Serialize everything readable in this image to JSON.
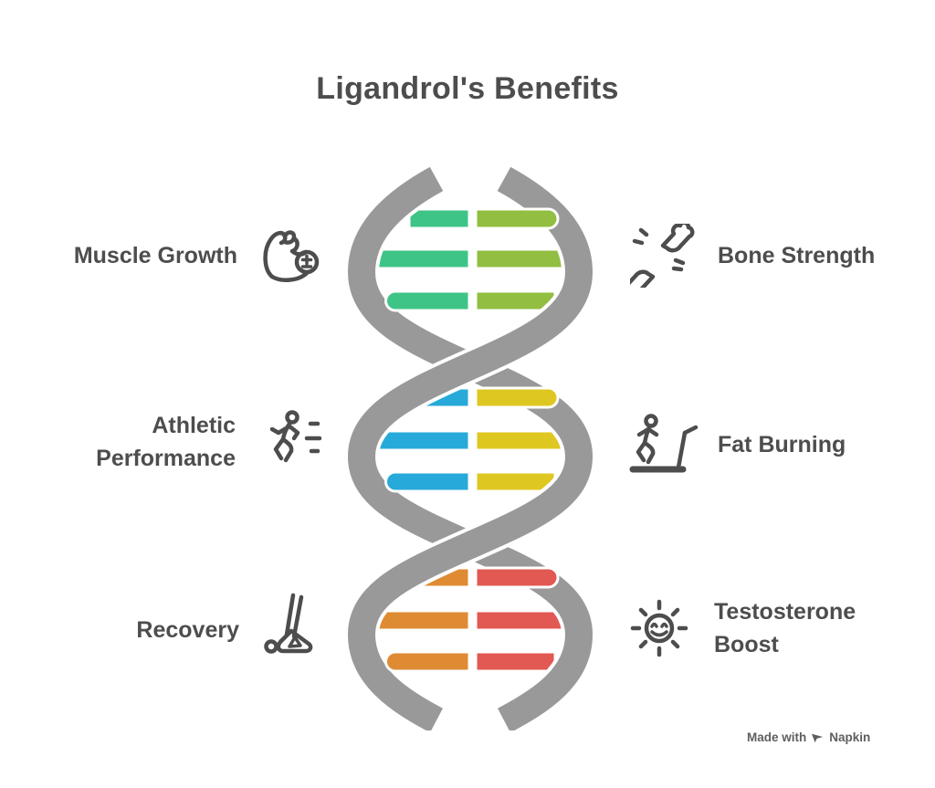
{
  "title": "Ligandrol's Benefits",
  "benefits": {
    "left": [
      {
        "label": "Muscle Growth",
        "icon": "bicep-icon"
      },
      {
        "label": "Athletic Performance",
        "icon": "runner-icon"
      },
      {
        "label": "Recovery",
        "icon": "stretching-person-icon"
      }
    ],
    "right": [
      {
        "label": "Bone Strength",
        "icon": "bone-icon"
      },
      {
        "label": "Fat Burning",
        "icon": "treadmill-icon"
      },
      {
        "label": "Testosterone Boost",
        "icon": "smiling-sun-icon"
      }
    ]
  },
  "helix": {
    "strand_color": "#999999",
    "sections": [
      {
        "name": "green",
        "left_color": "#3EC487",
        "right_color": "#92BE41"
      },
      {
        "name": "blue-yellow",
        "left_color": "#27AAD9",
        "right_color": "#DFC721"
      },
      {
        "name": "orange-red",
        "left_color": "#DF8B33",
        "right_color": "#E25852"
      }
    ]
  },
  "colors": {
    "ink": "#4D4D4D",
    "footer": "#5E5E5E"
  },
  "footer": {
    "made_with": "Made with",
    "brand": "Napkin"
  }
}
